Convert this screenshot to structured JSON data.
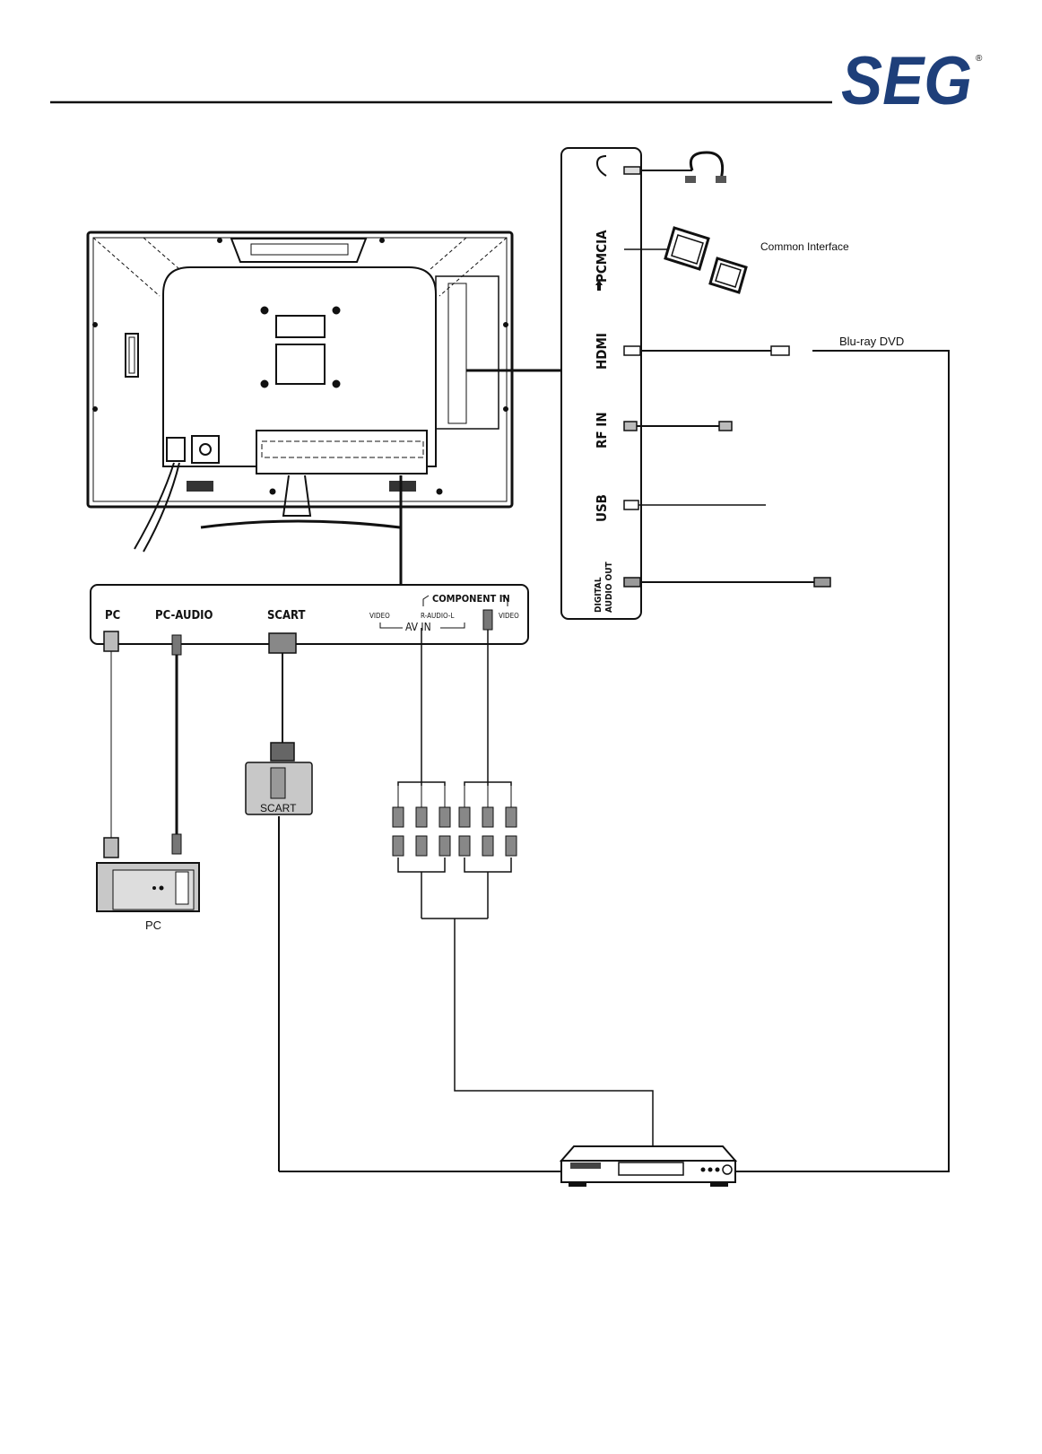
{
  "brand": {
    "logo_text": "SEG",
    "registered_mark": "®",
    "color": "#1e3f7a"
  },
  "side_panel": {
    "ports": [
      {
        "label": "",
        "icon": "headphone-icon"
      },
      {
        "label": "PCMCIA",
        "icon": "up-arrow-icon"
      },
      {
        "label": "HDMI"
      },
      {
        "label": "RF  IN"
      },
      {
        "label": "USB"
      },
      {
        "label": "DIGITAL",
        "label2": "AUDIO OUT"
      }
    ]
  },
  "rear_panel": {
    "labels": {
      "pc": "PC",
      "pc_audio": "PC-AUDIO",
      "scart": "SCART",
      "av_video": "VIDEO",
      "audio_rl": "R-AUDIO-L",
      "av_in": "AV  IN",
      "component_in": "COMPONENT  IN",
      "comp_video": "VIDEO"
    }
  },
  "devices": {
    "common_interface": "Common Interface",
    "bluray": "Blu-ray DVD",
    "scart_adapter": "SCART",
    "pc": "PC"
  }
}
